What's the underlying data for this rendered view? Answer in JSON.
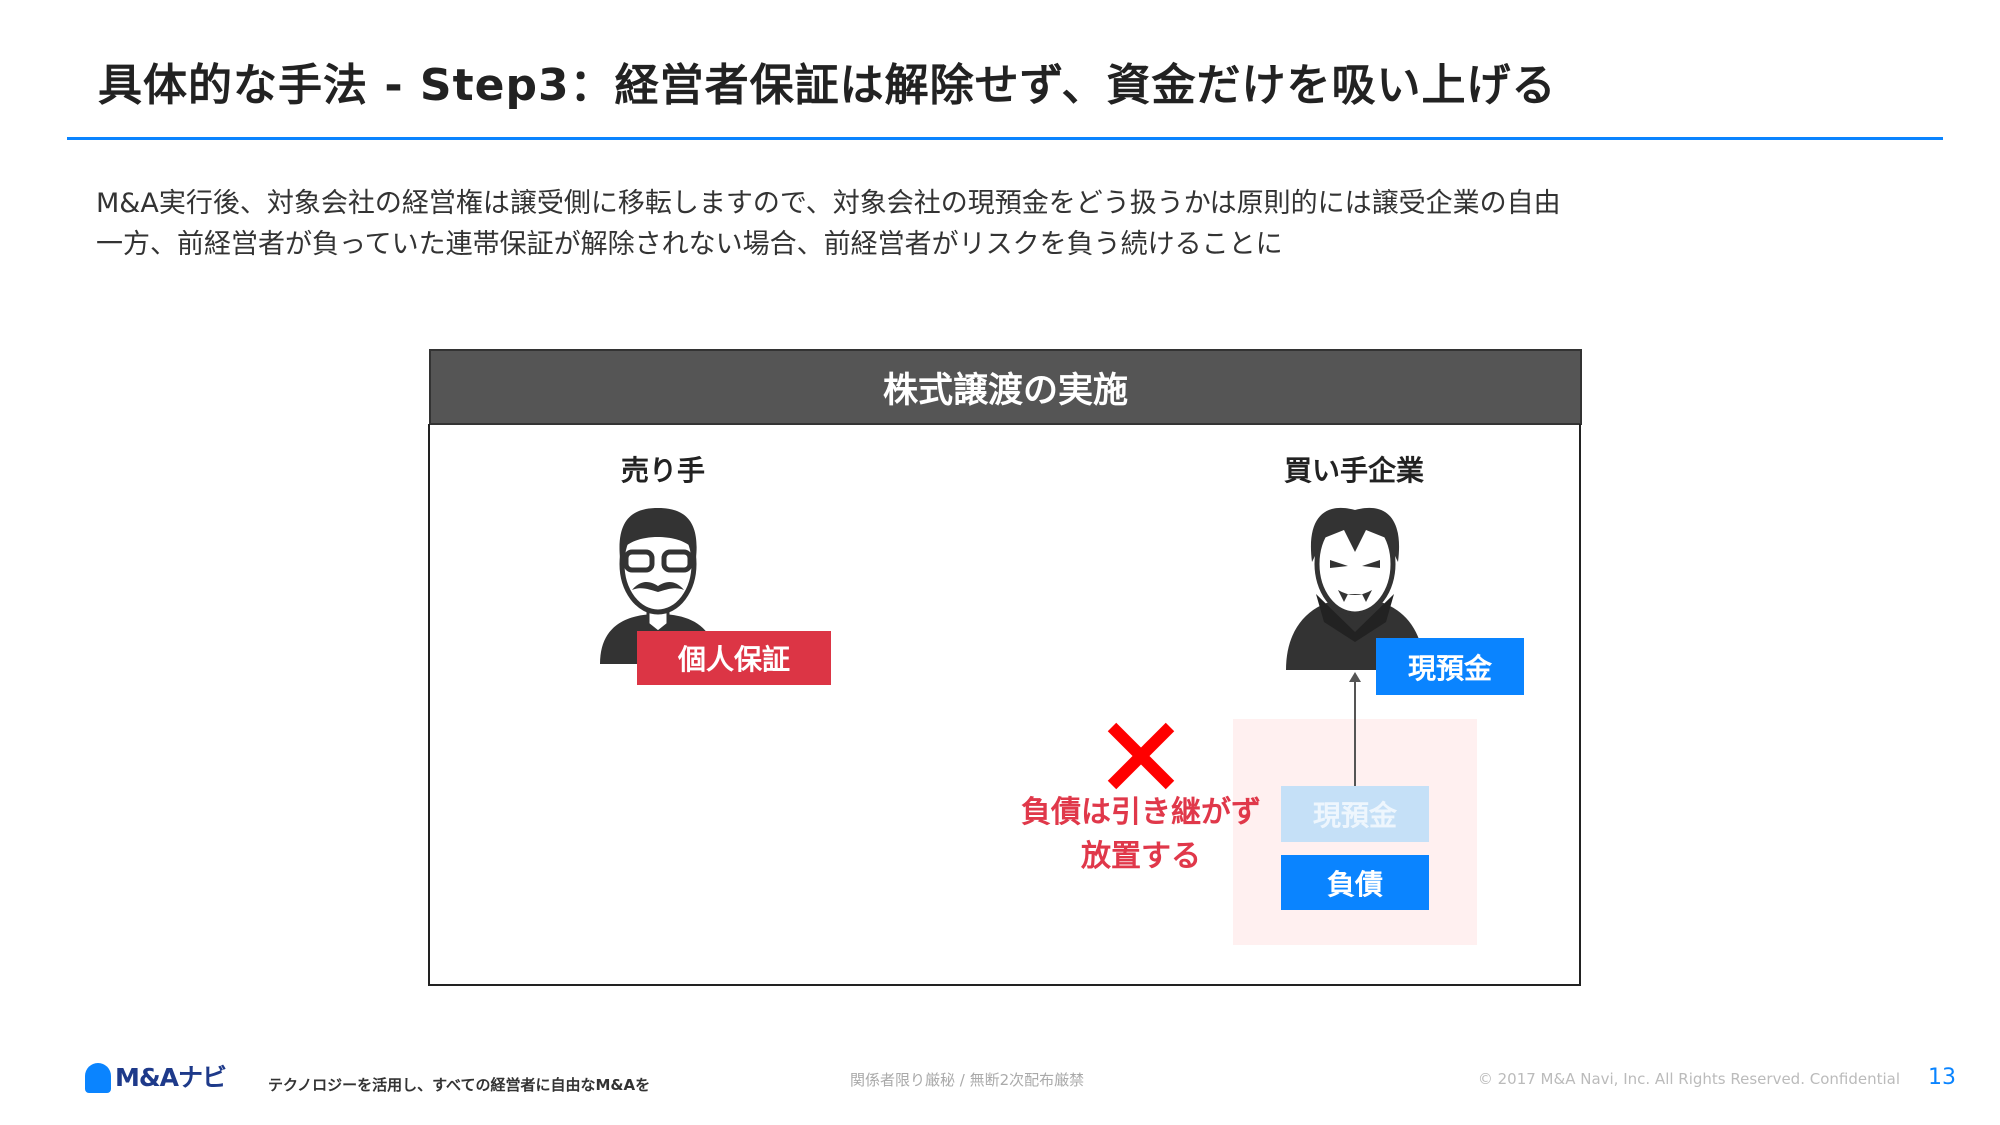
{
  "title": "具体的な手法 - Step3：経営者保証は解除せず、資金だけを吸い上げる",
  "description": [
    "M&A実行後、対象会社の経営権は譲受側に移転しますので、対象会社の現預金をどう扱うかは原則的には譲受企業の自由",
    "一方、前経営者が負っていた連帯保証が解除されない場合、前経営者がリスクを負う続けることに"
  ],
  "diagram": {
    "header": "株式譲渡の実施",
    "seller": {
      "label": "売り手",
      "badge": "個人保証",
      "icon": "man-with-glasses-mustache-icon"
    },
    "buyer": {
      "label": "買い手企業",
      "badge": "現預金",
      "icon": "vampire-icon"
    },
    "company": {
      "cash": "現預金",
      "debt": "負債"
    },
    "annotation": [
      "負債は引き継がず",
      "放置する"
    ],
    "colors": {
      "accent": "#0a84ff",
      "red": "#dc3545",
      "light_blue": "#c5e0f7",
      "pink": "#fff0f0",
      "header": "#555555"
    }
  },
  "footer": {
    "logo": "M&Aナビ",
    "tagline": "テクノロジーを活用し、すべての経営者に自由なM&Aを",
    "notice": "関係者限り厳秘 / 無断2次配布厳禁",
    "copyright": "© 2017 M&A Navi, Inc. All Rights Reserved. Confidential",
    "page": "13"
  }
}
